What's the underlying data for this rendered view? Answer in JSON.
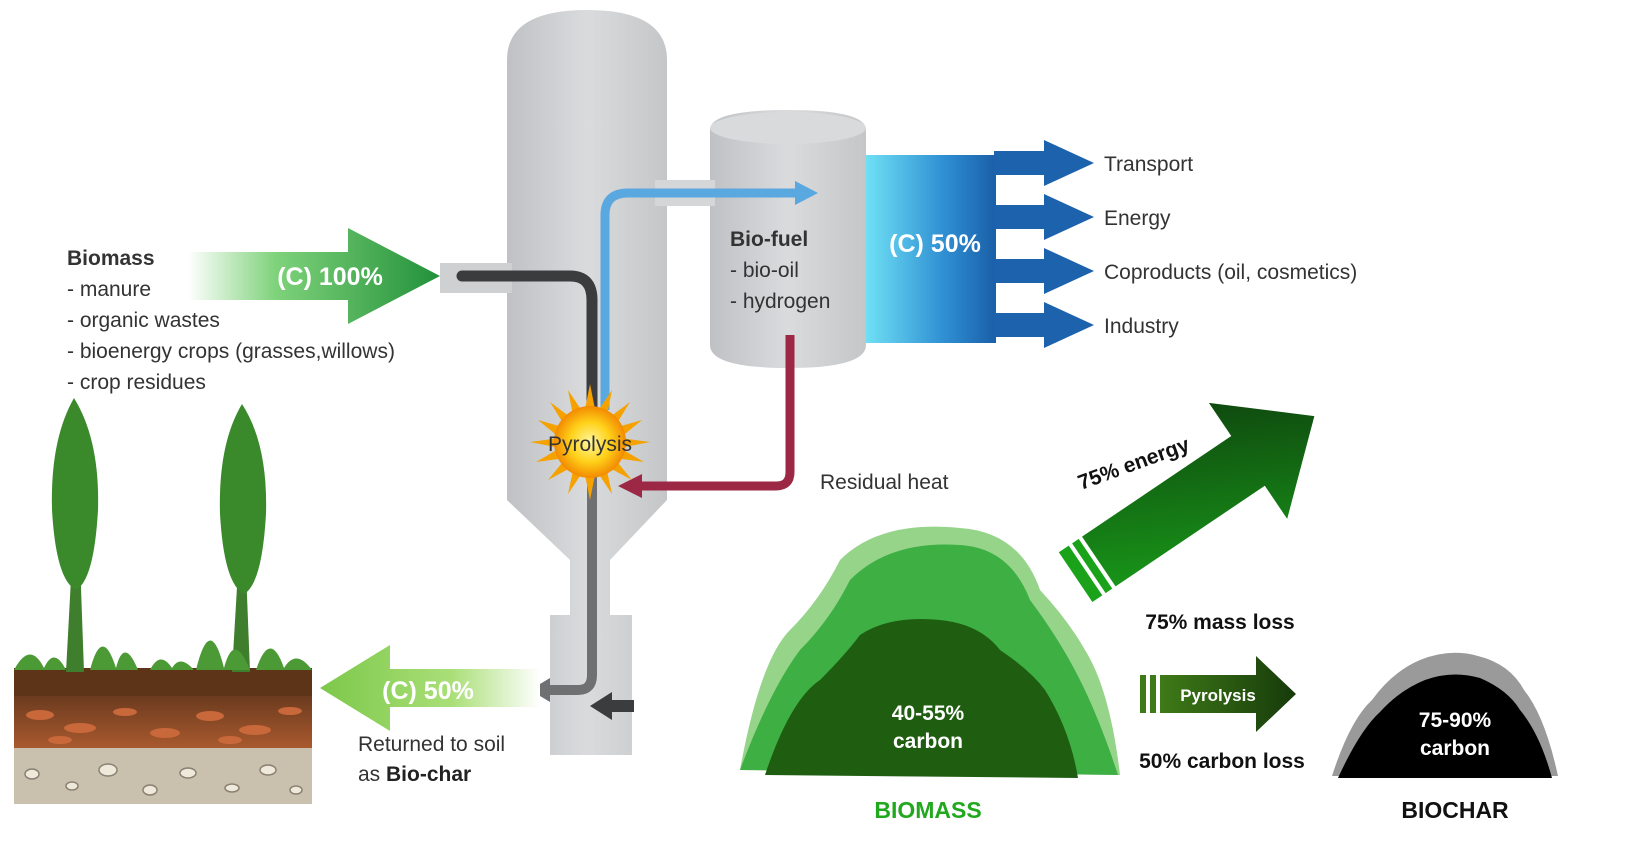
{
  "biomass_input": {
    "title": "Biomass",
    "items": [
      "- manure",
      "- organic wastes",
      "- bioenergy crops (grasses,willows)",
      "- crop residues"
    ],
    "flow_label": "(C) 100%"
  },
  "reactor": {
    "process_label": "Pyrolysis",
    "residual_heat_label": "Residual heat"
  },
  "biofuel": {
    "title": "Bio-fuel",
    "items": [
      "- bio-oil",
      "- hydrogen"
    ],
    "flow_label": "(C) 50%",
    "outputs": [
      "Transport",
      "Energy",
      "Coproducts (oil, cosmetics)",
      "Industry"
    ]
  },
  "soil_return": {
    "flow_label": "(C) 50%",
    "caption_line1": "Returned to soil",
    "caption_line2_prefix": "as ",
    "caption_line2_bold": "Bio-char"
  },
  "conversion": {
    "energy_label": "75% energy",
    "mass_loss_label": "75% mass loss",
    "process_label": "Pyrolysis",
    "carbon_loss_label": "50% carbon loss",
    "biomass_content_line1": "40-55%",
    "biomass_content_line2": "carbon",
    "biomass_name": "BIOMASS",
    "biochar_content_line1": "75-90%",
    "biochar_content_line2": "carbon",
    "biochar_name": "BIOCHAR"
  },
  "colors": {
    "green_dark": "#1d5a10",
    "green_mid": "#2e8f2a",
    "green_light": "#8fd48a",
    "blue_dark": "#1b5ea8",
    "blue_light": "#5fd4f0",
    "heat_red": "#9c2845",
    "vessel_grey": "#c9cacc",
    "biomass_green": "#2ea836",
    "biochar_black": "#000000"
  }
}
